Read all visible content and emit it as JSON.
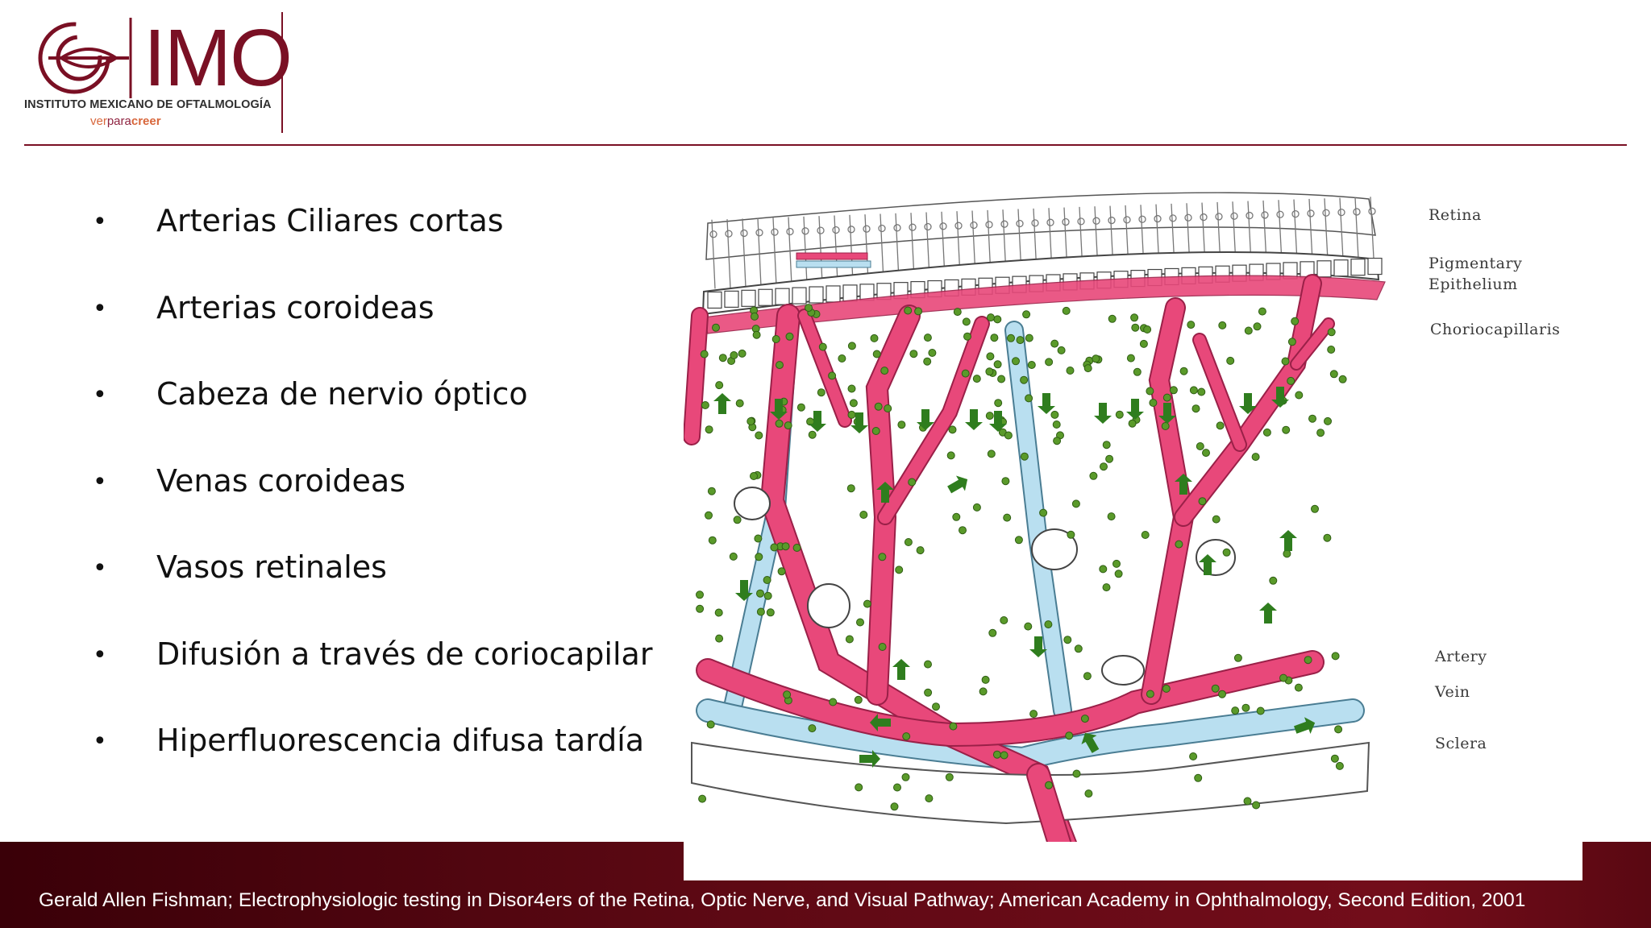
{
  "header": {
    "logo_text": "IMO",
    "institution": "INSTITUTO MEXICANO DE OFTALMOLOGÍA",
    "slogan": {
      "a": "ver",
      "b": "para",
      "c": "creer"
    },
    "colors": {
      "brand": "#7a1024",
      "accent": "#d8663b"
    }
  },
  "bullets": [
    "Arterias Ciliares cortas",
    "Arterias coroideas",
    "Cabeza de nervio óptico",
    "Venas coroideas",
    "Vasos retinales",
    "Difusión a través de coriocapilar",
    "Hiperfluorescencia difusa tardía"
  ],
  "bullet_symbol": "•",
  "diagram": {
    "labels": {
      "retina": "Retina",
      "pigmentary": "Pigmentary",
      "epithelium": "Epithelium",
      "choriocapillaris": "Choriocapillaris",
      "artery": "Artery",
      "vein": "Vein",
      "sclera": "Sclera"
    },
    "colors": {
      "artery": "#e8487a",
      "vein": "#b9dff0",
      "dots": "#5a9a2a",
      "arrows": "#2f7d1e"
    }
  },
  "footer": {
    "citation": "Gerald Allen Fishman; Electrophysiologic testing in Disor4ers of the Retina, Optic Nerve, and Visual Pathway; American Academy in Ophthalmology, Second Edition, 2001"
  }
}
